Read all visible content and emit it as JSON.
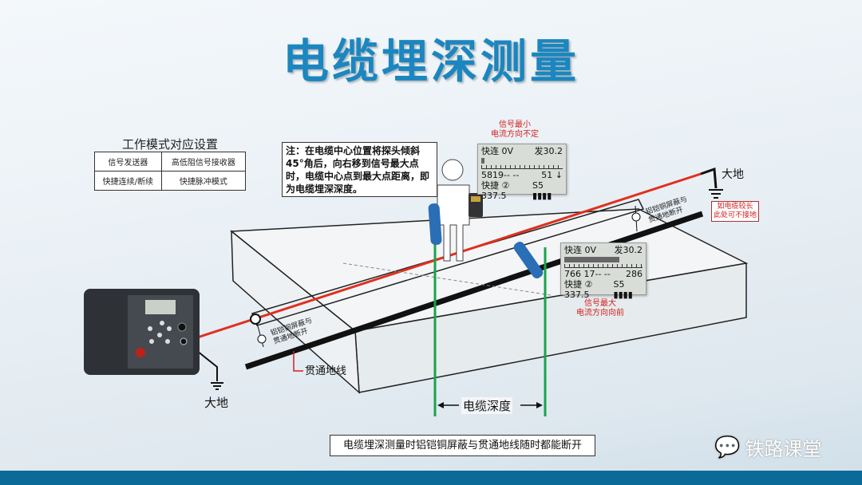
{
  "title": "电缆埋深测量",
  "mode_table": {
    "caption": "工作模式对应设置",
    "headers": [
      "信号发送器",
      "高低阻信号接收器"
    ],
    "row": [
      "快捷连续/断续",
      "快捷脉冲模式"
    ]
  },
  "note": "注：在电缆中心位置将探头倾斜45°角后，向右移到信号最大点时，电缆中心点到最大点距离，即为电缆埋深深度。",
  "display_min": {
    "label": "信号最小\n电流方向不定",
    "line1_left": "快连 0V",
    "line1_right": "发30.2",
    "line3_left": "5819-- --",
    "line3_right": "51 ↓",
    "line4_left": "快捷 ② 337.5",
    "line4_right": "S5 ▮▮▮▮",
    "bar_level": 0.04
  },
  "display_max": {
    "label": "信号最大\n电流方向向前",
    "line1_left": "快连 0V",
    "line1_right": "发30.2",
    "line3_left": "766 17-- --",
    "line3_right": "286",
    "line4_left": "快捷 ② 337.5",
    "line4_right": "S5 ▮▮▮▮",
    "bar_level": 0.7
  },
  "labels": {
    "ground_right": "大地",
    "ground_left": "大地",
    "long_cable_note": "如电缆较长\n此处可不接地",
    "shield_break_right": "铝铠铜屏蔽与\n贯通地断开",
    "shield_break_left": "铝铠铜屏蔽与\n贯通地断开",
    "through_ground_wire": "贯通地线",
    "cable_depth": "电缆深度"
  },
  "caption": "电缆埋深测量时铝铠铜屏蔽与贯通地线随时都能断开",
  "watermark": "铁路课堂",
  "colors": {
    "title": "#1b86bf",
    "cable": "#e0301e",
    "depth_line": "#1aa34a",
    "footer": "#0b6a98"
  }
}
